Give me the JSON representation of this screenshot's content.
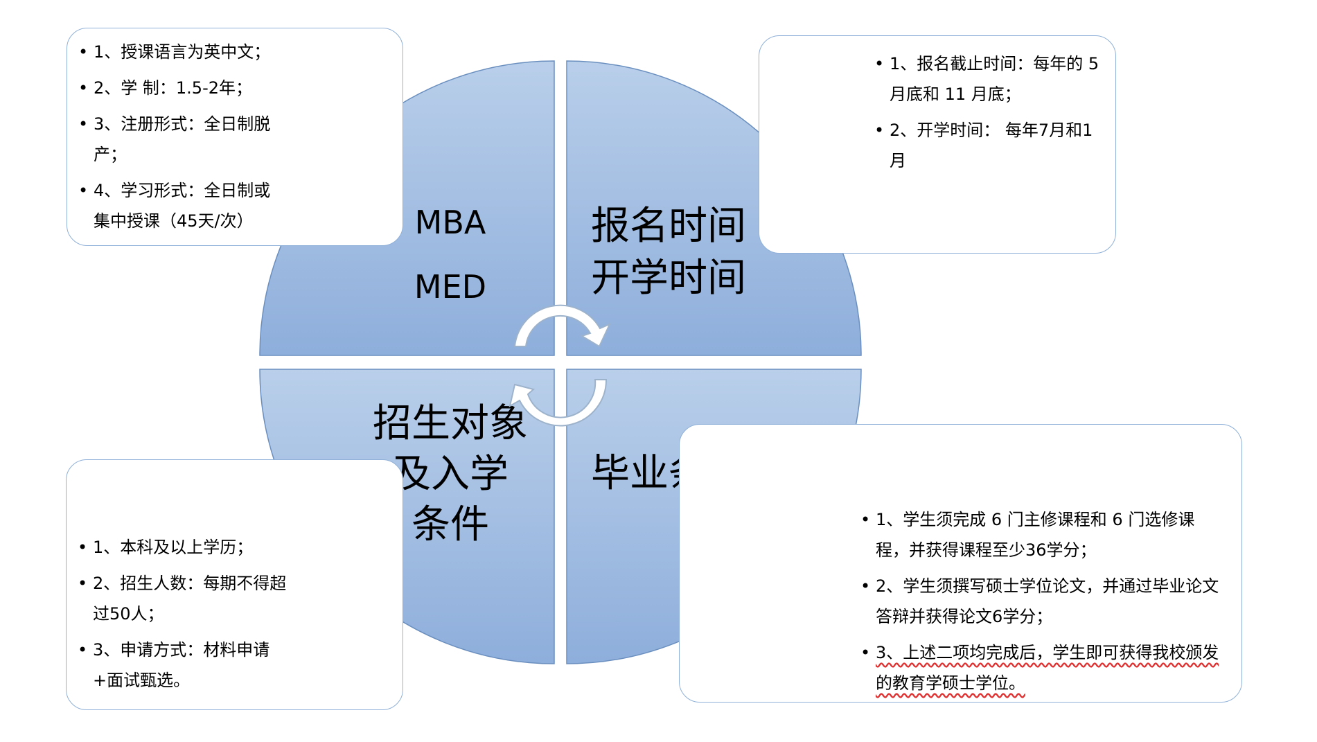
{
  "quadrants": {
    "top_left": {
      "line1": "MBA",
      "line2": "MED"
    },
    "top_right": {
      "line1": "报名时间",
      "line2": "开学时间"
    },
    "bottom_left": {
      "line1": "招生对象",
      "line2": "及入学",
      "line3": "条件"
    },
    "bottom_right": {
      "line1": "毕业条件"
    }
  },
  "notes": {
    "program": [
      "1、授课语言为英中文；",
      "2、学 制：1.5-2年；",
      "3、注册形式：全日制脱产；",
      "4、学习形式：全日制或集中授课（45天/次）"
    ],
    "schedule": [
      "1、报名截止时间：每年的 5 月底和 11 月底；",
      "2、开学时间： 每年7月和1月"
    ],
    "admission": [
      "1、本科及以上学历；",
      "2、招生人数：每期不得超过50人；",
      "3、申请方式：材料申请+面试甄选。"
    ],
    "graduation": [
      "1、学生须完成 6 门主修课程和 6 门选修课程，并获得课程至少36学分；",
      "2、学生须撰写硕士学位论文，并通过毕业论文答辩并获得论文6学分；",
      "3、上述二项均完成后，学生即可获得我校颁发的教育学硕士学位。"
    ]
  },
  "colors": {
    "quadrant_top": "#b7cde9",
    "quadrant_bottom": "#8fb0db",
    "box_border": "#8fb0d8",
    "arrow_fill": "#ffffff",
    "arrow_stroke": "#9db3cc"
  },
  "icons": [
    "circular-arrow-icon"
  ]
}
